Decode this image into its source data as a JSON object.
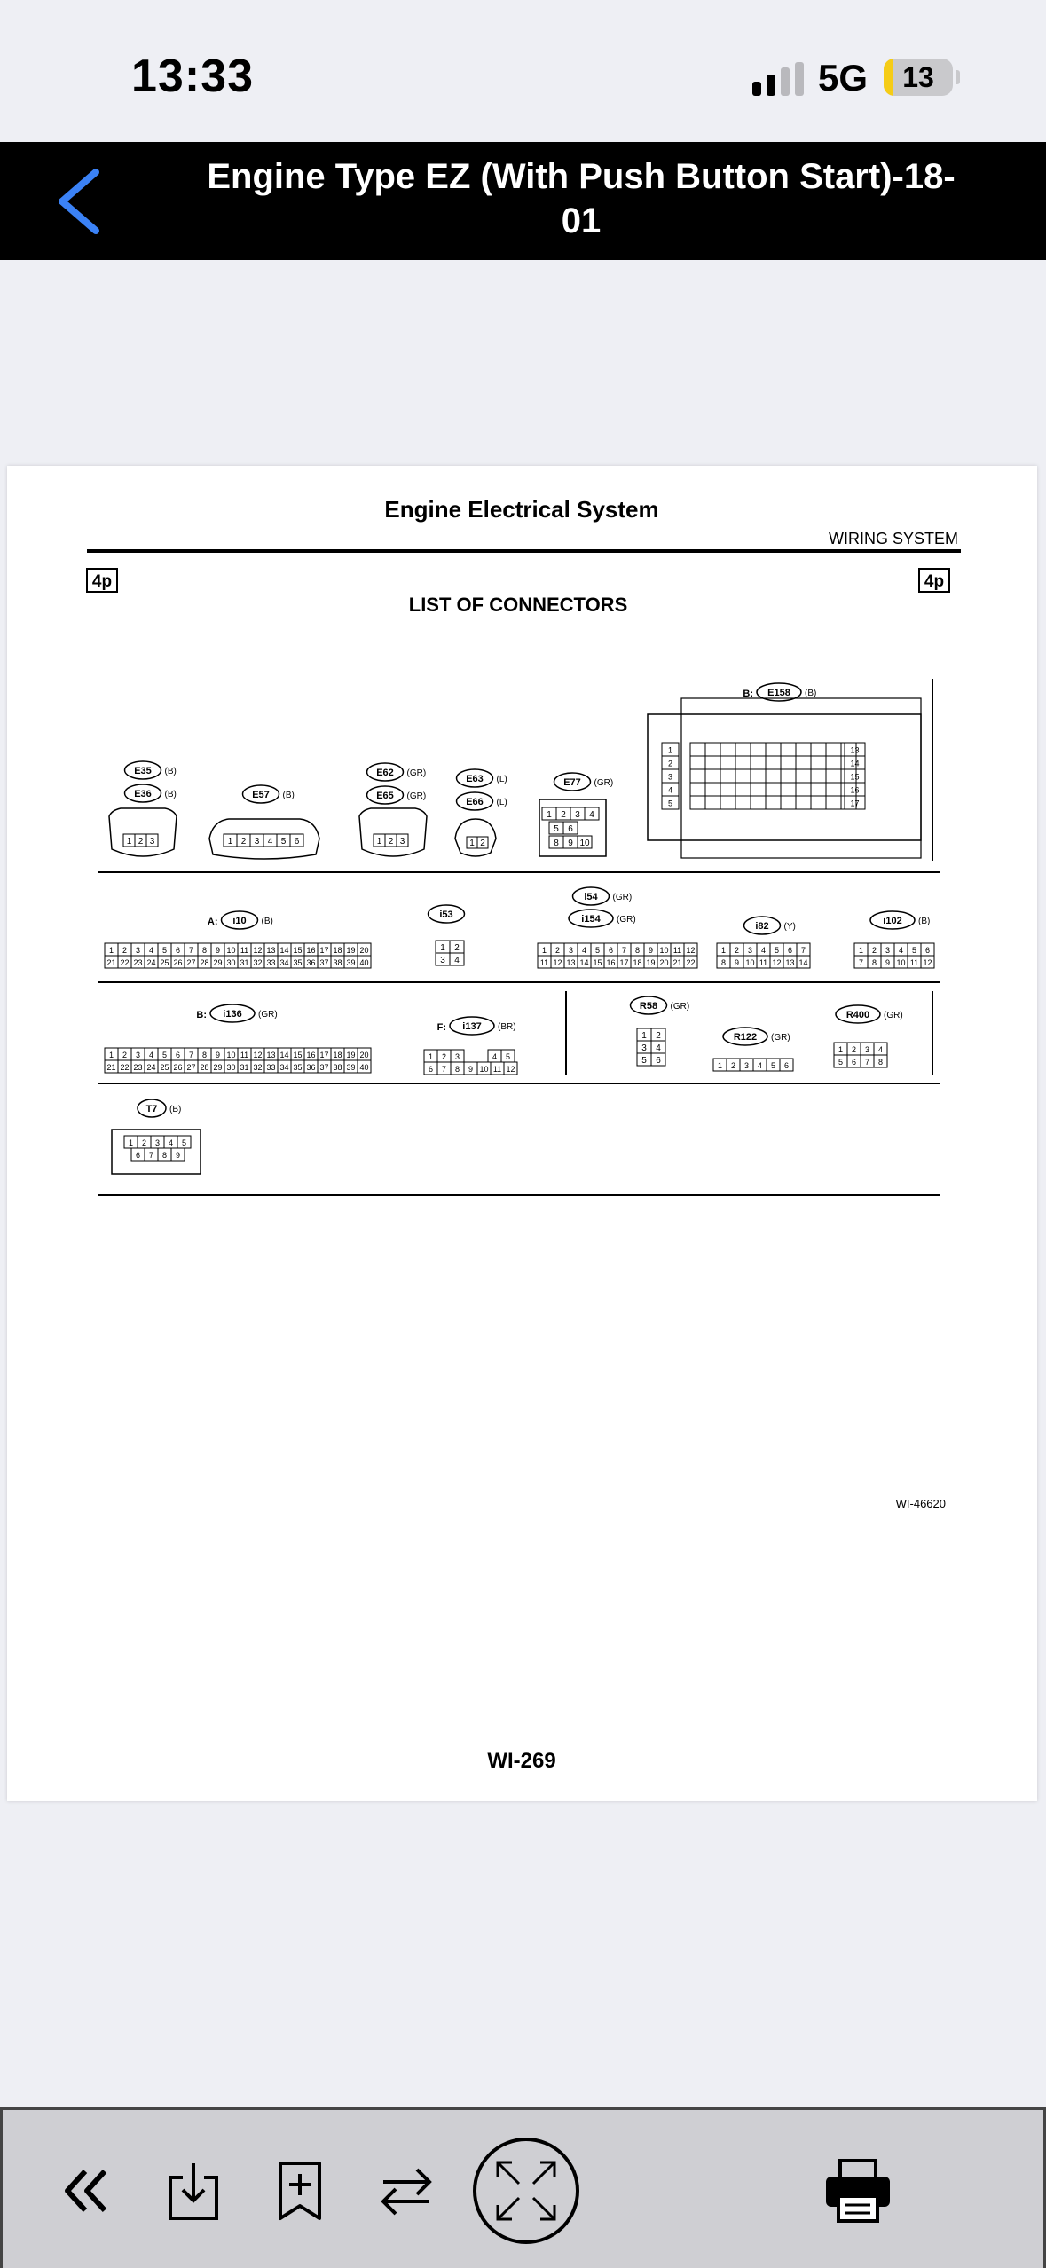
{
  "status_bar": {
    "time": "13:33",
    "network": "5G",
    "battery_level": "13",
    "battery_fraction": 0.13,
    "battery_color": "#f5cc16"
  },
  "nav": {
    "back_icon": "chevron-left-icon",
    "title": "Engine Type EZ (With Push Button Start)-18-01",
    "accent_color": "#3b82f6"
  },
  "document": {
    "header": "Engine Electrical System",
    "section": "WIRING SYSTEM",
    "badge_left": "4p",
    "badge_right": "4p",
    "title": "LIST OF CONNECTORS",
    "figure_id": "WI-46620",
    "page_number": "WI-269",
    "connectors": [
      {
        "id": "E35",
        "color": "(B)"
      },
      {
        "id": "E36",
        "color": "(B)"
      },
      {
        "id": "E57",
        "color": "(B)"
      },
      {
        "id": "E62",
        "color": "(GR)"
      },
      {
        "id": "E65",
        "color": "(GR)"
      },
      {
        "id": "E63",
        "color": "(L)"
      },
      {
        "id": "E66",
        "color": "(L)"
      },
      {
        "id": "E77",
        "color": "(GR)"
      },
      {
        "id": "E158",
        "prefix": "B:",
        "color": "(B)"
      },
      {
        "id": "i10",
        "prefix": "A:",
        "color": "(B)"
      },
      {
        "id": "i53",
        "color": ""
      },
      {
        "id": "i54",
        "color": "(GR)"
      },
      {
        "id": "i154",
        "color": "(GR)"
      },
      {
        "id": "i82",
        "color": "(Y)"
      },
      {
        "id": "i102",
        "color": "(B)"
      },
      {
        "id": "i136",
        "prefix": "B:",
        "color": "(GR)"
      },
      {
        "id": "i137",
        "prefix": "F:",
        "color": "(BR)"
      },
      {
        "id": "R58",
        "color": "(GR)"
      },
      {
        "id": "R122",
        "color": "(GR)"
      },
      {
        "id": "R400",
        "color": "(GR)"
      },
      {
        "id": "T7",
        "color": "(B)"
      }
    ]
  },
  "toolbar": {
    "items": [
      "rewind-double-chevron-icon",
      "download-icon",
      "bookmark-add-icon",
      "swap-arrows-icon",
      "fullscreen-expand-icon",
      "print-icon"
    ]
  }
}
